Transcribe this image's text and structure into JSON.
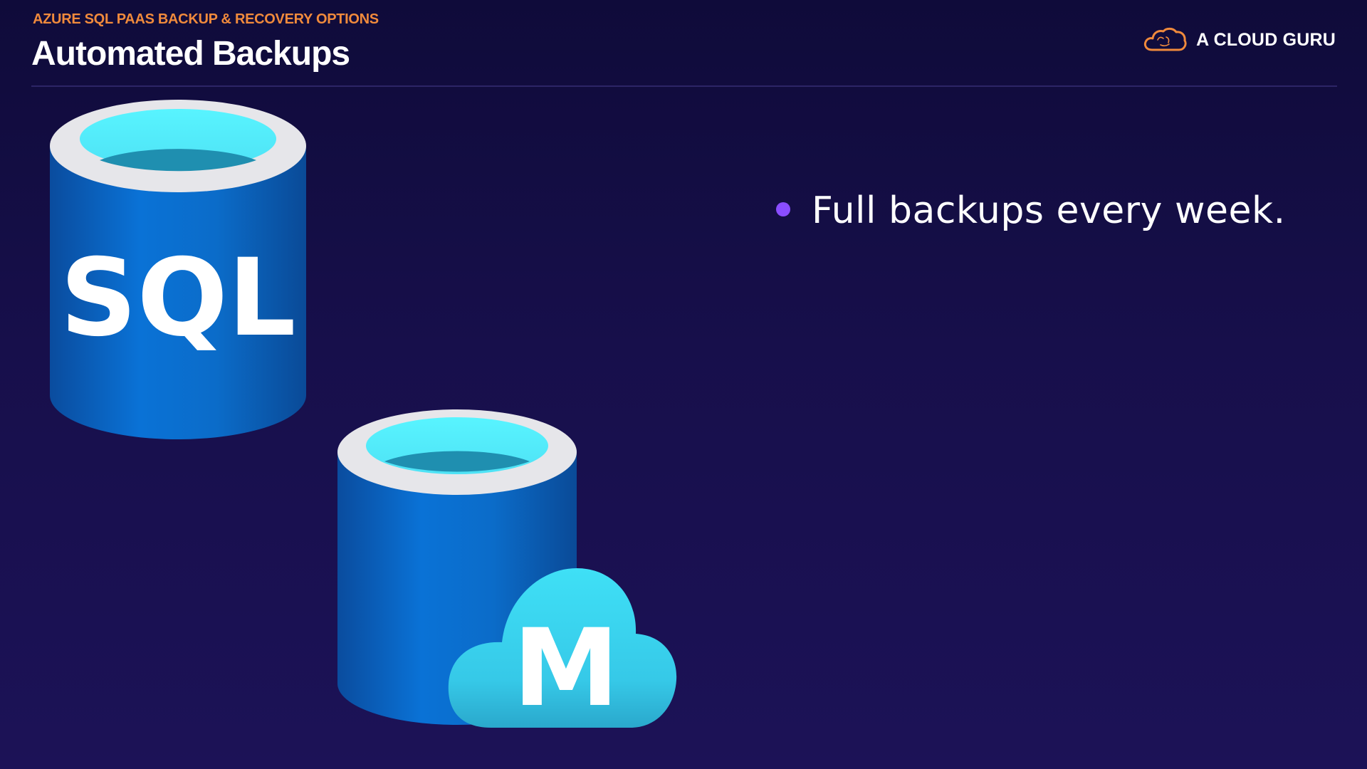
{
  "header": {
    "kicker": "AZURE SQL PAAS BACKUP & RECOVERY OPTIONS",
    "title": "Automated Backups"
  },
  "brand": {
    "name": "A CLOUD GURU",
    "logo_icon": "cloud-logo-icon",
    "logo_color": "#f08a3c"
  },
  "icons": {
    "sql_database": {
      "icon": "sql-database-icon",
      "label": "SQL"
    },
    "managed_instance": {
      "icon": "sql-managed-instance-icon",
      "label": "M"
    }
  },
  "bullets": [
    {
      "text": "Full backups every week."
    }
  ],
  "colors": {
    "background": "#170f4b",
    "kicker": "#f08a3c",
    "bullet_dot": "#8a4dff",
    "cylinder_blue": "#0b6fd0",
    "cylinder_top": "#5cf2ff",
    "cloud": "#3ad3ee"
  }
}
